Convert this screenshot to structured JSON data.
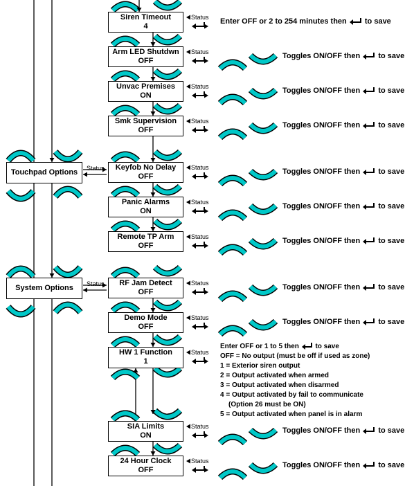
{
  "colors": {
    "arc": "#00c8c8",
    "line": "#000000",
    "text": "#000000"
  },
  "icons": [
    "arc-up-icon",
    "arc-down-icon",
    "enter-return-icon",
    "arrow-icon"
  ],
  "status_label": "Status",
  "menu_items": [
    {
      "label": "Touchpad Options"
    },
    {
      "label": "System Options"
    }
  ],
  "settings": [
    {
      "title": "Siren Timeout",
      "value": "4",
      "desc": "Enter OFF or 2 to 254 minutes then",
      "suffix": "to save",
      "toggle": false
    },
    {
      "title": "Arm LED Shutdwn",
      "value": "OFF",
      "desc": "Toggles ON/OFF then",
      "suffix": "to save",
      "toggle": true
    },
    {
      "title": "Unvac Premises",
      "value": "ON",
      "desc": "Toggles ON/OFF then",
      "suffix": "to save",
      "toggle": true
    },
    {
      "title": "Smk Supervision",
      "value": "OFF",
      "desc": "Toggles ON/OFF then",
      "suffix": "to save",
      "toggle": true
    },
    {
      "title": "Keyfob No Delay",
      "value": "OFF",
      "desc": "Toggles ON/OFF then",
      "suffix": "to save",
      "toggle": true
    },
    {
      "title": "Panic Alarms",
      "value": "ON",
      "desc": "Toggles ON/OFF then",
      "suffix": "to save",
      "toggle": true
    },
    {
      "title": "Remote TP Arm",
      "value": "OFF",
      "desc": "Toggles ON/OFF then",
      "suffix": "to save",
      "toggle": true
    },
    {
      "title": "RF Jam Detect",
      "value": "OFF",
      "desc": "Toggles ON/OFF then",
      "suffix": "to save",
      "toggle": true
    },
    {
      "title": "Demo Mode",
      "value": "OFF",
      "desc": "Toggles ON/OFF then",
      "suffix": "to save",
      "toggle": true
    },
    {
      "title": "HW 1 Function",
      "value": "1",
      "desc": "",
      "suffix": "",
      "toggle": false
    },
    {
      "title": "SIA Limits",
      "value": "ON",
      "desc": "Toggles ON/OFF then",
      "suffix": "to save",
      "toggle": true
    },
    {
      "title": "24 Hour Clock",
      "value": "OFF",
      "desc": "Toggles ON/OFF then",
      "suffix": "to save",
      "toggle": true
    }
  ],
  "hw_function": {
    "intro": "Enter OFF or 1 to 5 then",
    "intro_suffix": "to save",
    "options": [
      "OFF = No output (must be off if used as zone)",
      "1 = Exterior siren output",
      "2 = Output activated when armed",
      "3 = Output activated when disarmed",
      "4 = Output activated by fail to communicate",
      "(Option 26 must be ON)",
      "5 = Output activated when panel is in alarm"
    ]
  }
}
